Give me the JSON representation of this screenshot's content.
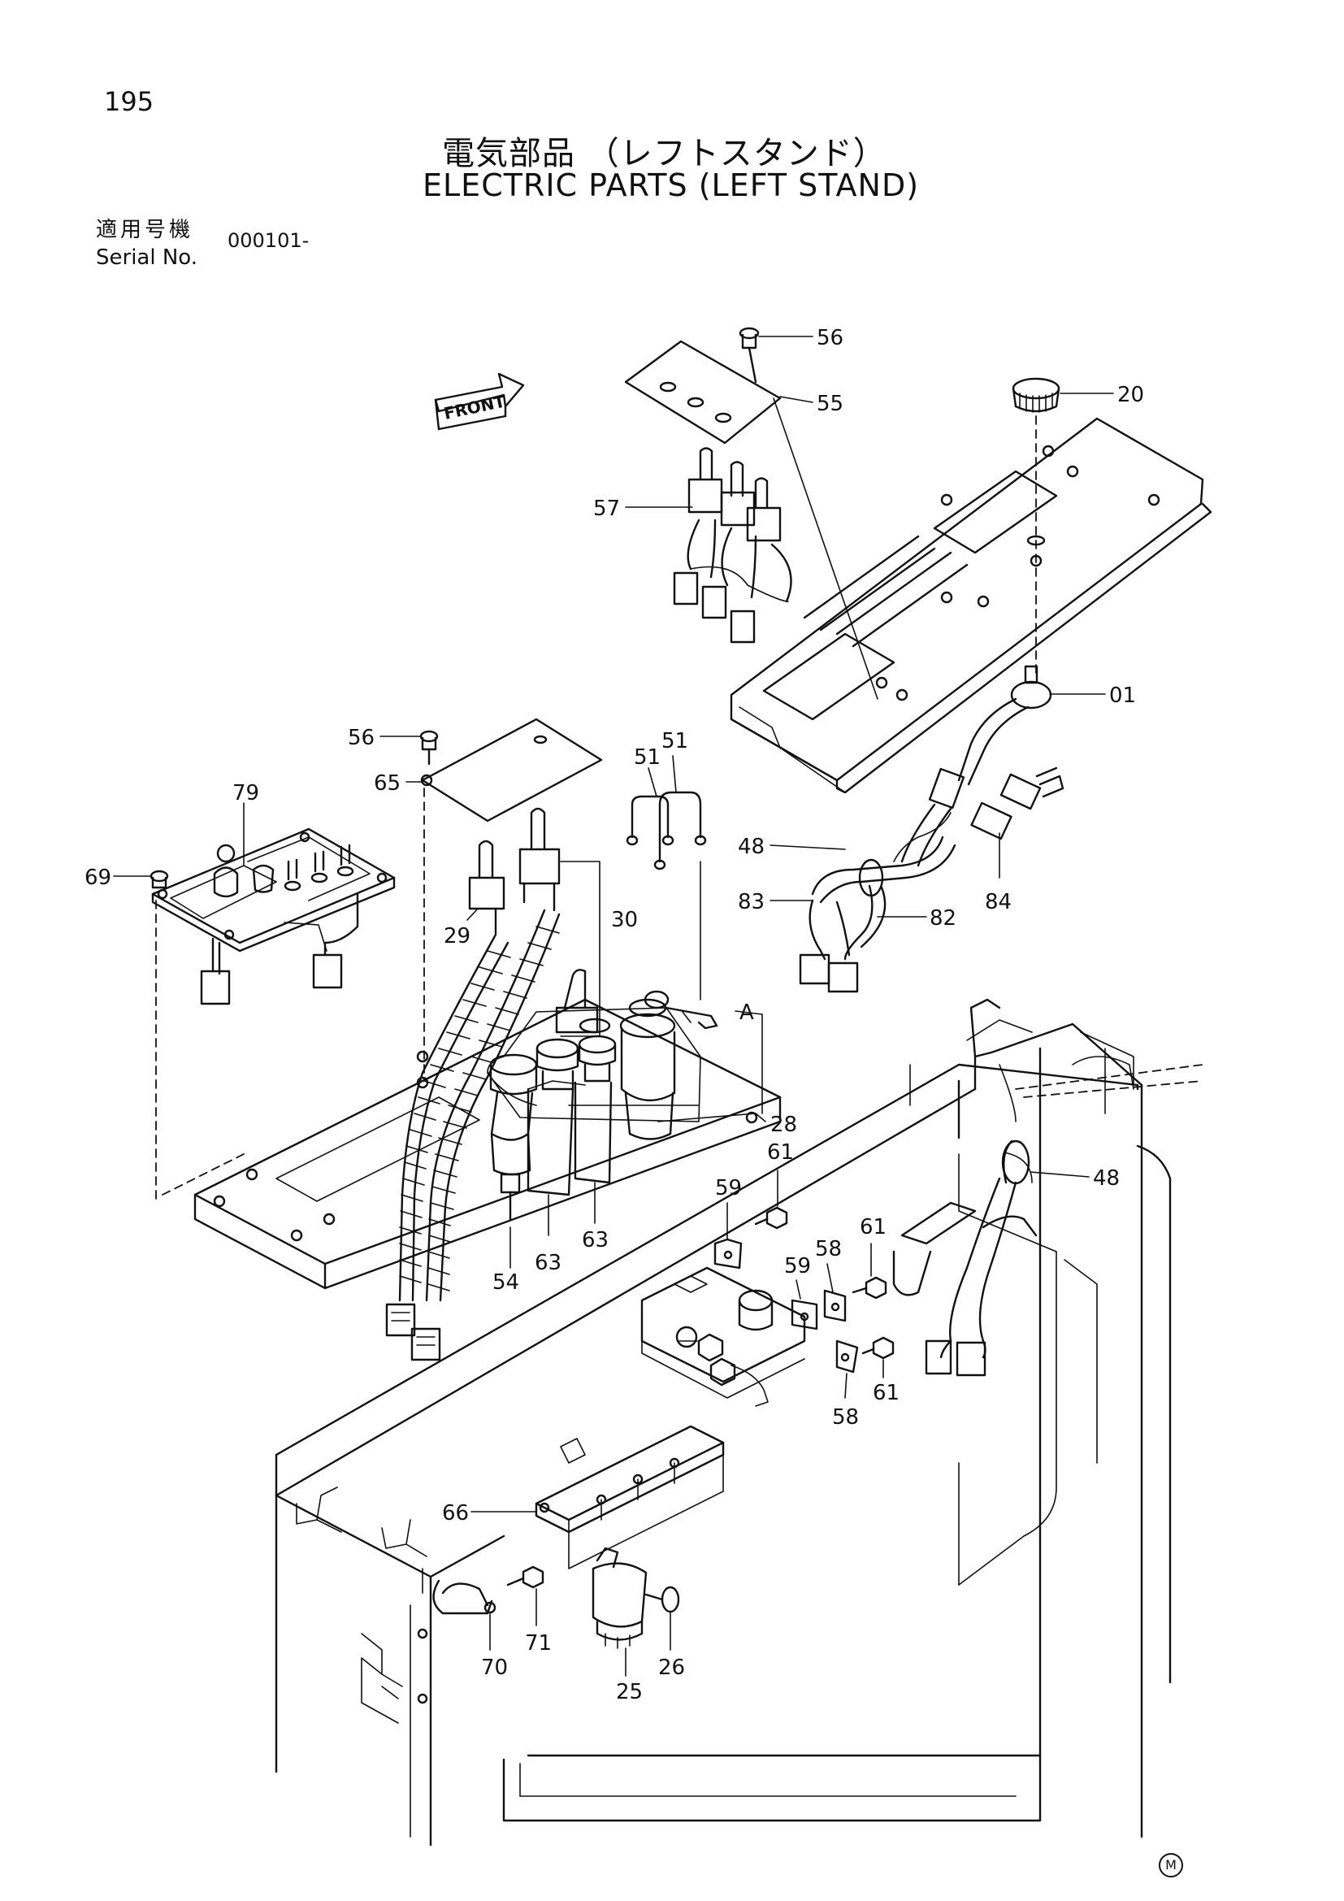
{
  "page_number": "195",
  "title_jp": "電気部品 （レフトスタンド）",
  "title_en": "ELECTRIC PARTS (LEFT STAND)",
  "serial": {
    "label_jp": "適用号機",
    "label_en": "Serial No.",
    "value": "000101-"
  },
  "front_label": "FRONT",
  "view_label": "A",
  "copyright_mark": "M",
  "callouts": {
    "c56a": "56",
    "c55": "55",
    "c20": "20",
    "c57": "57",
    "c01": "01",
    "c56b": "56",
    "c65": "65",
    "c51a": "51",
    "c51b": "51",
    "c79": "79",
    "c48a": "48",
    "c69": "69",
    "c83": "83",
    "c82": "82",
    "c84": "84",
    "c30": "30",
    "c29": "29",
    "c28": "28",
    "c61a": "61",
    "c48b": "48",
    "c59a": "59",
    "c61b": "61",
    "c58a": "58",
    "c59b": "59",
    "c54": "54",
    "c63a": "63",
    "c63b": "63",
    "c61c": "61",
    "c58b": "58",
    "c66": "66",
    "c71": "71",
    "c70": "70",
    "c26": "26",
    "c25": "25"
  }
}
